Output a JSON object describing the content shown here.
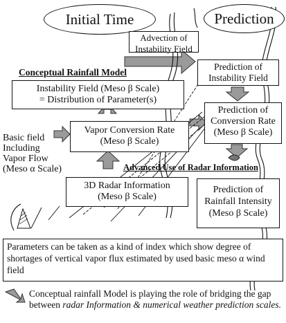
{
  "ovals": {
    "initial_time": "Initial Time",
    "prediction": "Prediction"
  },
  "advection_label": [
    "Advection of",
    "Instability Field"
  ],
  "conceptual_model_title": "Conceptual Rainfall Model",
  "boxes": {
    "instability_field": [
      "Instability Field (Meso β Scale)",
      "= Distribution of  Parameter(s)"
    ],
    "vapor_conversion": [
      "Vapor Conversion Rate",
      "(Meso β Scale)"
    ],
    "radar_info": [
      "3D Radar Information",
      "(Meso β Scale)"
    ],
    "pred_instability": [
      "Prediction of",
      "Instability Field"
    ],
    "pred_conversion": [
      "Prediction of",
      "Conversion Rate",
      "(Meso β Scale)"
    ],
    "pred_rainfall": [
      "Prediction of",
      "Rainfall Intensity",
      "(Meso β Scale)"
    ]
  },
  "basic_field_label": [
    "Basic field",
    "Including",
    "Vapor Flow",
    "(Meso α Scale)"
  ],
  "advanced_use_label": "Advanced Use of  Radar Information",
  "parameters_note": "Parameters can be taken as a kind of index which show degree of shortages of vertical vapor flux estimated by used basic meso α wind field",
  "footer": {
    "part1": "Conceptual rainfall Model is playing the role of bridging the gap between ",
    "italic": "radar Information & numerical weather prediction scales."
  },
  "colors": {
    "arrow_fill": "#9a9a9a",
    "line": "#111111"
  }
}
